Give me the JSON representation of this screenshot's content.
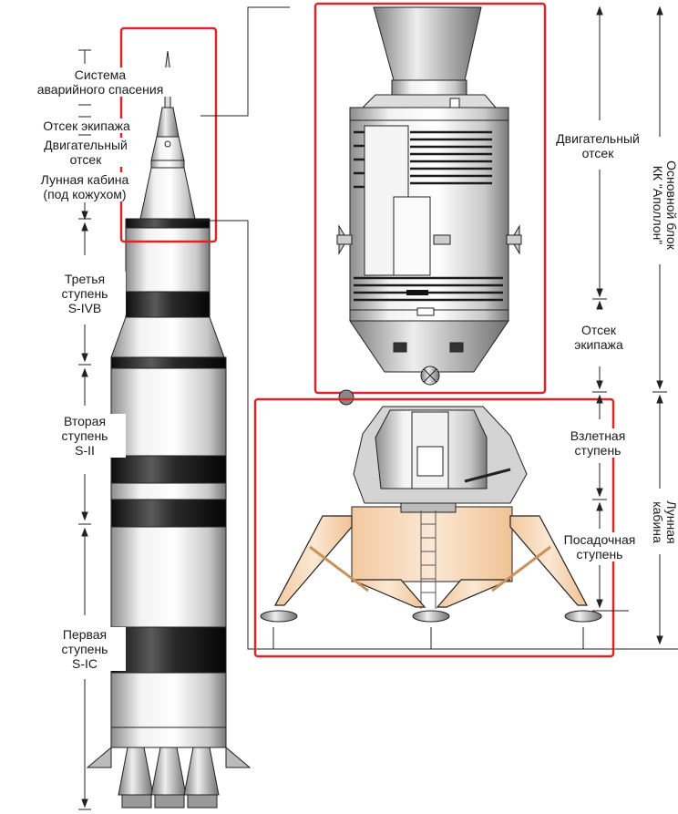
{
  "colors": {
    "highlight": "#d9262b",
    "stage_black": "#141414",
    "metal_light": "#e8e8e8",
    "metal_dark": "#8a8a8a",
    "descent_gold": "#f6d8b8",
    "gold_strut": "#e8b480"
  },
  "left_labels": {
    "les": "Система\nаварийного спасения",
    "crew": "Отсек экипажа",
    "service": "Двигательный\nотсек",
    "lm": "Лунная кабина\n(под кожухом)",
    "third": "Третья\nступень\nS-IVB",
    "second": "Вторая\nступень\nS-II",
    "first": "Первая\nступень\nS-IC"
  },
  "right_labels": {
    "sm": "Двигательный\nотсек",
    "cm": "Отсек\nэкипажа",
    "ascent": "Взлетная\nступень",
    "descent": "Посадочная\nступень"
  },
  "side_labels": {
    "csm": "Основной блок\nКК \"Аполлон\"",
    "lm": "Лунная\nкабина"
  },
  "icons": {
    "arrow": "arrow-icon"
  }
}
